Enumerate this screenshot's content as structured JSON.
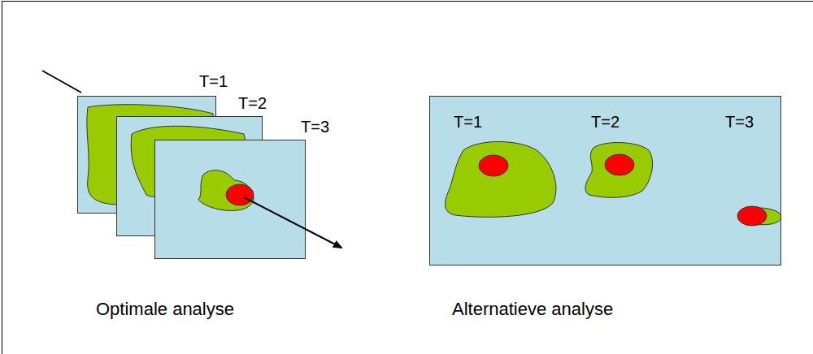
{
  "diagram": {
    "labels": [
      "T=1",
      "T=2",
      "T=3",
      "T=1",
      "T=2",
      "T=3",
      "Optimale analyse",
      "Alternatieve analyse"
    ]
  }
}
